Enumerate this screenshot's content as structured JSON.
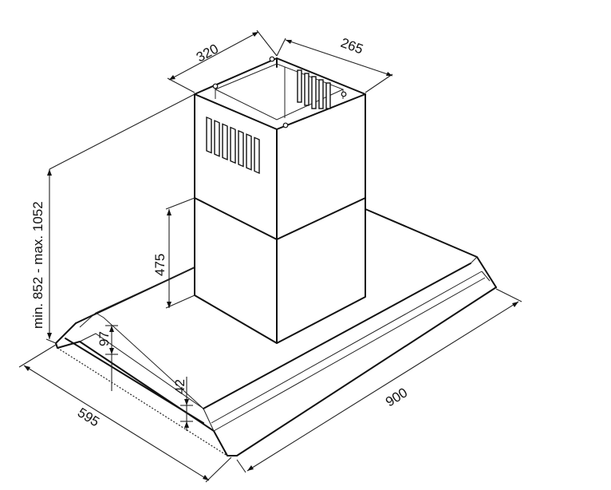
{
  "dimensions": {
    "chimney_width": "320",
    "chimney_depth": "265",
    "overall_height": "min. 852 - max. 1052",
    "chimney_lower_height": "475",
    "front_height": "97",
    "edge_height": "42",
    "hood_depth": "595",
    "hood_width": "900"
  }
}
